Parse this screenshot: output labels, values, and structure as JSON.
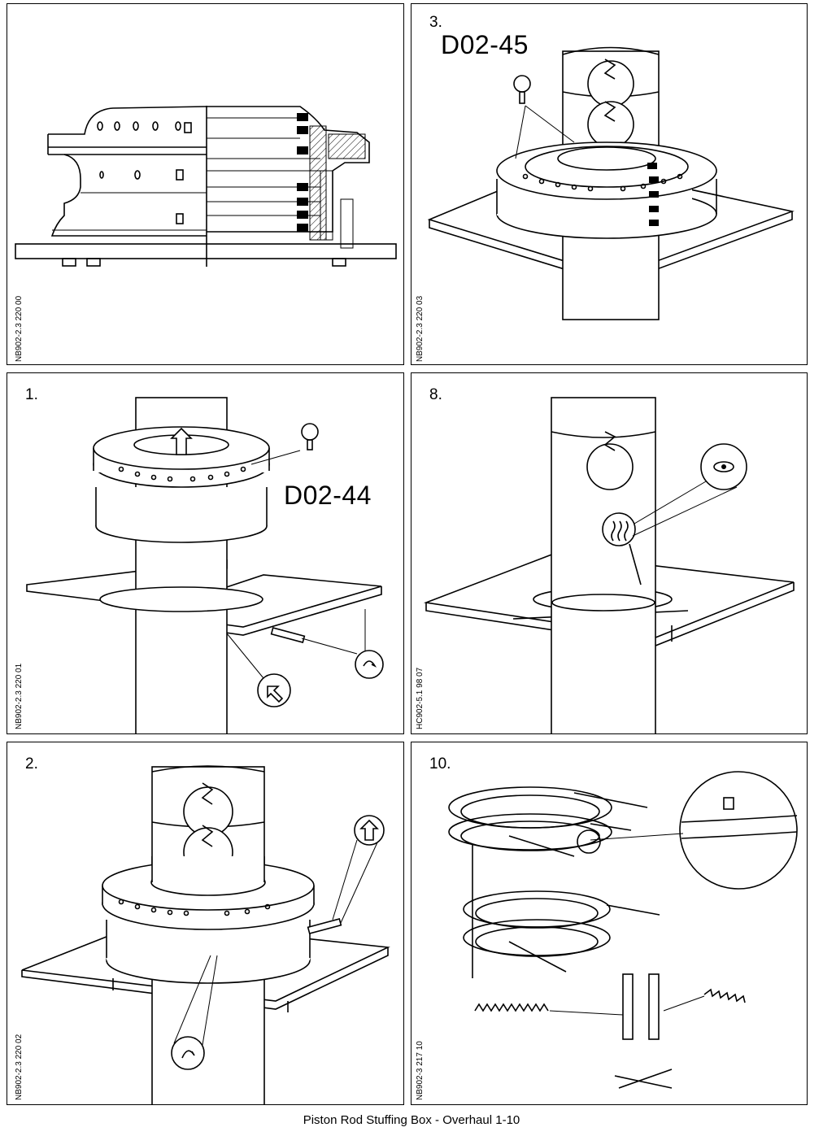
{
  "caption": "Piston Rod Stuffing Box - Overhaul 1-10",
  "panels": {
    "top_left": {
      "step": "",
      "code": "",
      "ref": "NB902-2.3 220 00"
    },
    "top_right": {
      "step": "3.",
      "code": "D02-45",
      "ref": "NB902-2.3 220 03"
    },
    "mid_left": {
      "step": "1.",
      "code": "D02-44",
      "ref": "NB902-2.3 220 01"
    },
    "mid_right": {
      "step": "8.",
      "code": "",
      "ref": "HC902-5.1 98 07"
    },
    "bot_left": {
      "step": "2.",
      "code": "",
      "ref": "NB902-2.3 220 02"
    },
    "bot_right": {
      "step": "10.",
      "code": "",
      "ref": "NB902-3 217 10"
    }
  }
}
